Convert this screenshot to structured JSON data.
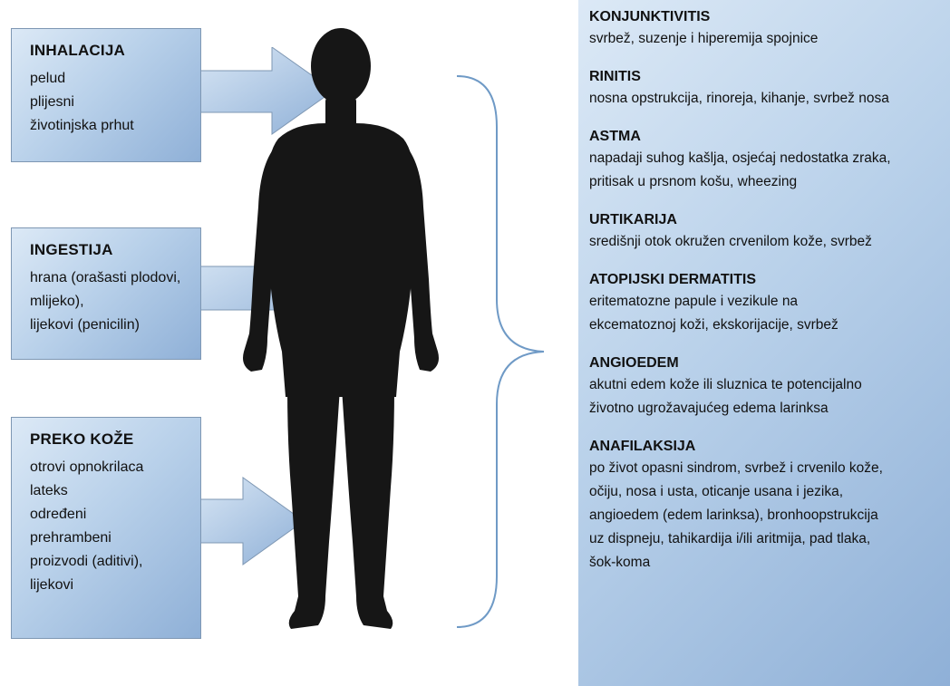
{
  "routes": {
    "inhalation": {
      "title": "INHALACIJA",
      "lines": [
        "pelud",
        "plijesni",
        "životinjska prhut"
      ]
    },
    "ingestion": {
      "title": "INGESTIJA",
      "lines": [
        "hrana (orašasti plodovi,",
        "mlijeko),",
        "lijekovi (penicilin)"
      ]
    },
    "skin": {
      "title": "PREKO KOŽE",
      "lines": [
        "otrovi opnokrilaca",
        "lateks",
        "određeni",
        "prehrambeni",
        "proizvodi (aditivi),",
        "lijekovi"
      ]
    }
  },
  "effects": [
    {
      "name": "KONJUNKTIVITIS",
      "lines": [
        "svrbež, suzenje i hiperemija spojnice"
      ]
    },
    {
      "name": "RINITIS",
      "lines": [
        "nosna opstrukcija, rinoreja, kihanje, svrbež nosa"
      ]
    },
    {
      "name": "ASTMA",
      "lines": [
        "napadaji suhog kašlja, osjećaj nedostatka zraka,",
        "pritisak u prsnom košu, wheezing"
      ]
    },
    {
      "name": "URTIKARIJA",
      "lines": [
        "središnji otok okružen crvenilom kože, svrbež"
      ]
    },
    {
      "name": "ATOPIJSKI DERMATITIS",
      "lines": [
        "eritematozne papule i vezikule na",
        "ekcematoznoj koži, ekskorijacije, svrbež"
      ]
    },
    {
      "name": "ANGIOEDEM",
      "lines": [
        "akutni edem kože ili sluznica te potencijalno",
        "životno ugrožavajućeg edema larinksa"
      ]
    },
    {
      "name": "ANAFILAKSIJA",
      "lines": [
        "po život opasni sindrom, svrbež i crvenilo kože,",
        "očiju, nosa i usta, oticanje usana i jezika,",
        "angioedem (edem larinksa), bronhoopstrukcija",
        "uz dispneju, tahikardija i/ili aritmija, pad tlaka,",
        "šok-koma"
      ]
    }
  ],
  "colors": {
    "panel_light": "#dce9f6",
    "panel_dark": "#8fb0d7",
    "figure": "#161616",
    "brace": "#6f9ac6"
  },
  "icons": {
    "figure": "human-silhouette-icon",
    "arrows": "right-arrow-icon"
  }
}
